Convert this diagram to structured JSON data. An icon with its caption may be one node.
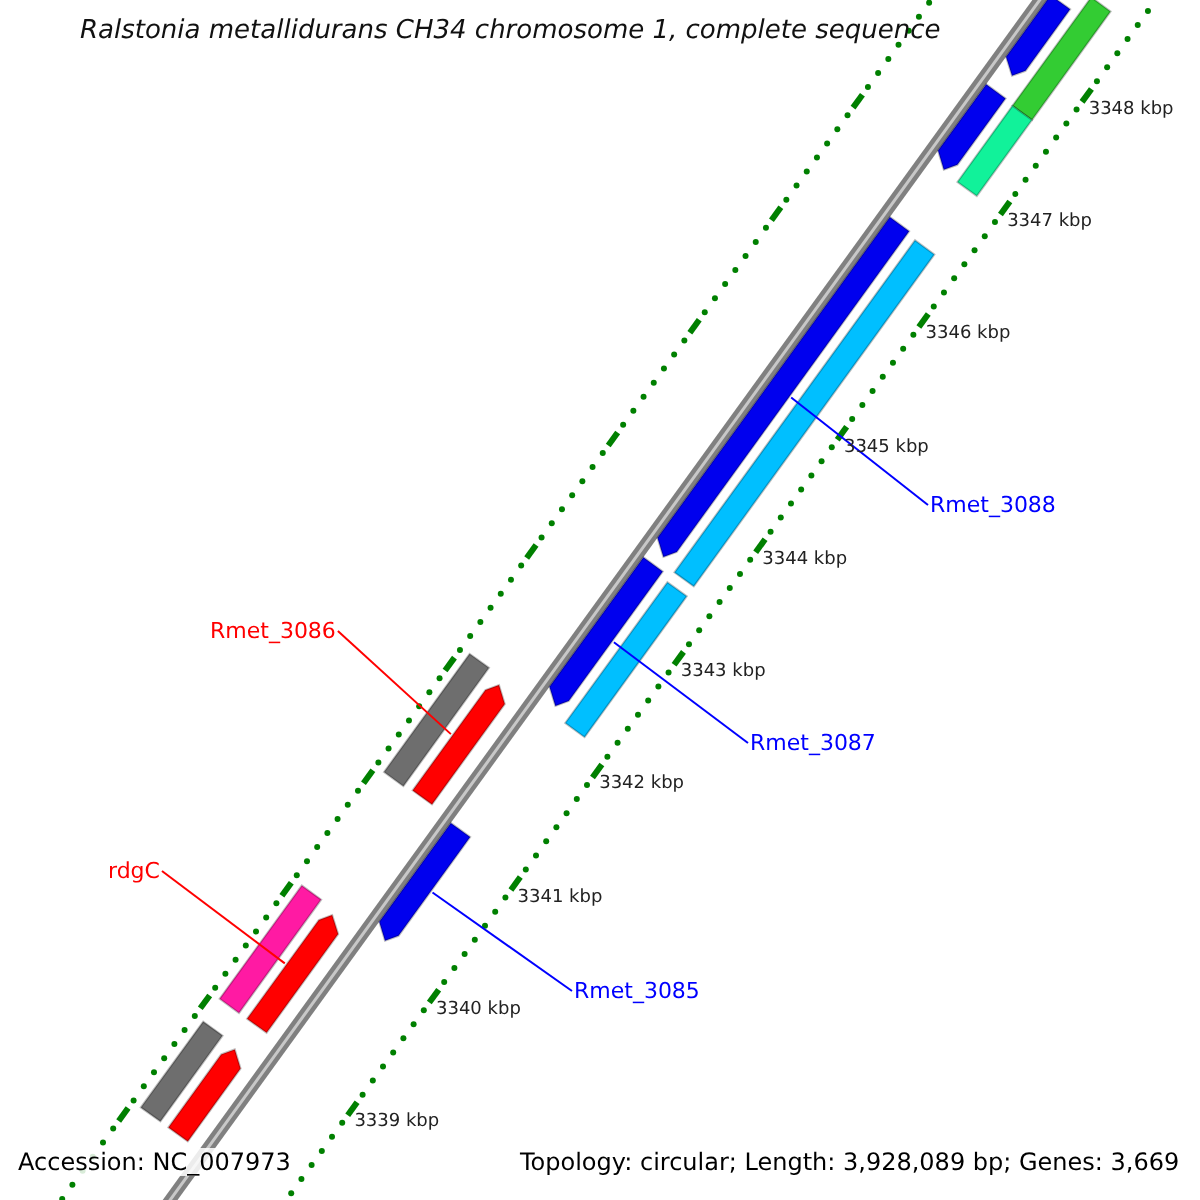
{
  "diagram": {
    "title": "Ralstonia metallidurans CH34 chromosome 1, complete sequence",
    "nodes": [
      {
        "text": [
          "Rmet_3088"
        ]
      },
      {
        "text": [
          "Rmet_3086"
        ]
      },
      {
        "text": [
          "Rmet_3087"
        ]
      },
      {
        "text": [
          "rdgC"
        ]
      },
      {
        "text": [
          "Rmet_3085"
        ]
      },
      {
        "text": [],
        "shape": "bar"
      },
      {
        "text": [],
        "shape": "bar"
      },
      {
        "text": [],
        "shape": "bar"
      },
      {
        "text": [],
        "shape": "bar"
      },
      {
        "text": [],
        "shape": "bar"
      },
      {
        "text": [],
        "shape": "bar"
      },
      {
        "text": [],
        "shape": "bar"
      },
      {
        "text": [],
        "shape": "bar"
      },
      {
        "text": [],
        "shape": "bar"
      },
      {
        "text": [],
        "shape": "bar"
      },
      {
        "text": [],
        "shape": "bar"
      },
      {
        "text": [],
        "shape": "bar"
      },
      {
        "text": [],
        "shape": "bar"
      },
      {
        "text": [],
        "shape": "bar"
      },
      {
        "text": [],
        "shape": "bar"
      }
    ],
    "edges": [
      {
        "from": 0,
        "to": 9,
        "arrow": "none"
      },
      {
        "from": 1,
        "to": 14,
        "arrow": "none",
        "color": "#ff0000"
      },
      {
        "from": 2,
        "to": 11,
        "arrow": "none"
      },
      {
        "from": 3,
        "to": 17,
        "arrow": "none",
        "color": "#ff0000"
      },
      {
        "from": 4,
        "to": 15,
        "arrow": "none"
      }
    ],
    "labels": [
      "3348 kbp",
      "3347 kbp",
      "3346 kbp",
      "3345 kbp",
      "3344 kbp",
      "3343 kbp",
      "3342 kbp",
      "3341 kbp",
      "3340 kbp",
      "3339 kbp",
      "Accession: NC_007973",
      "Topology: circular; Length: 3,928,089 bp; Genes: 3,669"
    ]
  }
}
